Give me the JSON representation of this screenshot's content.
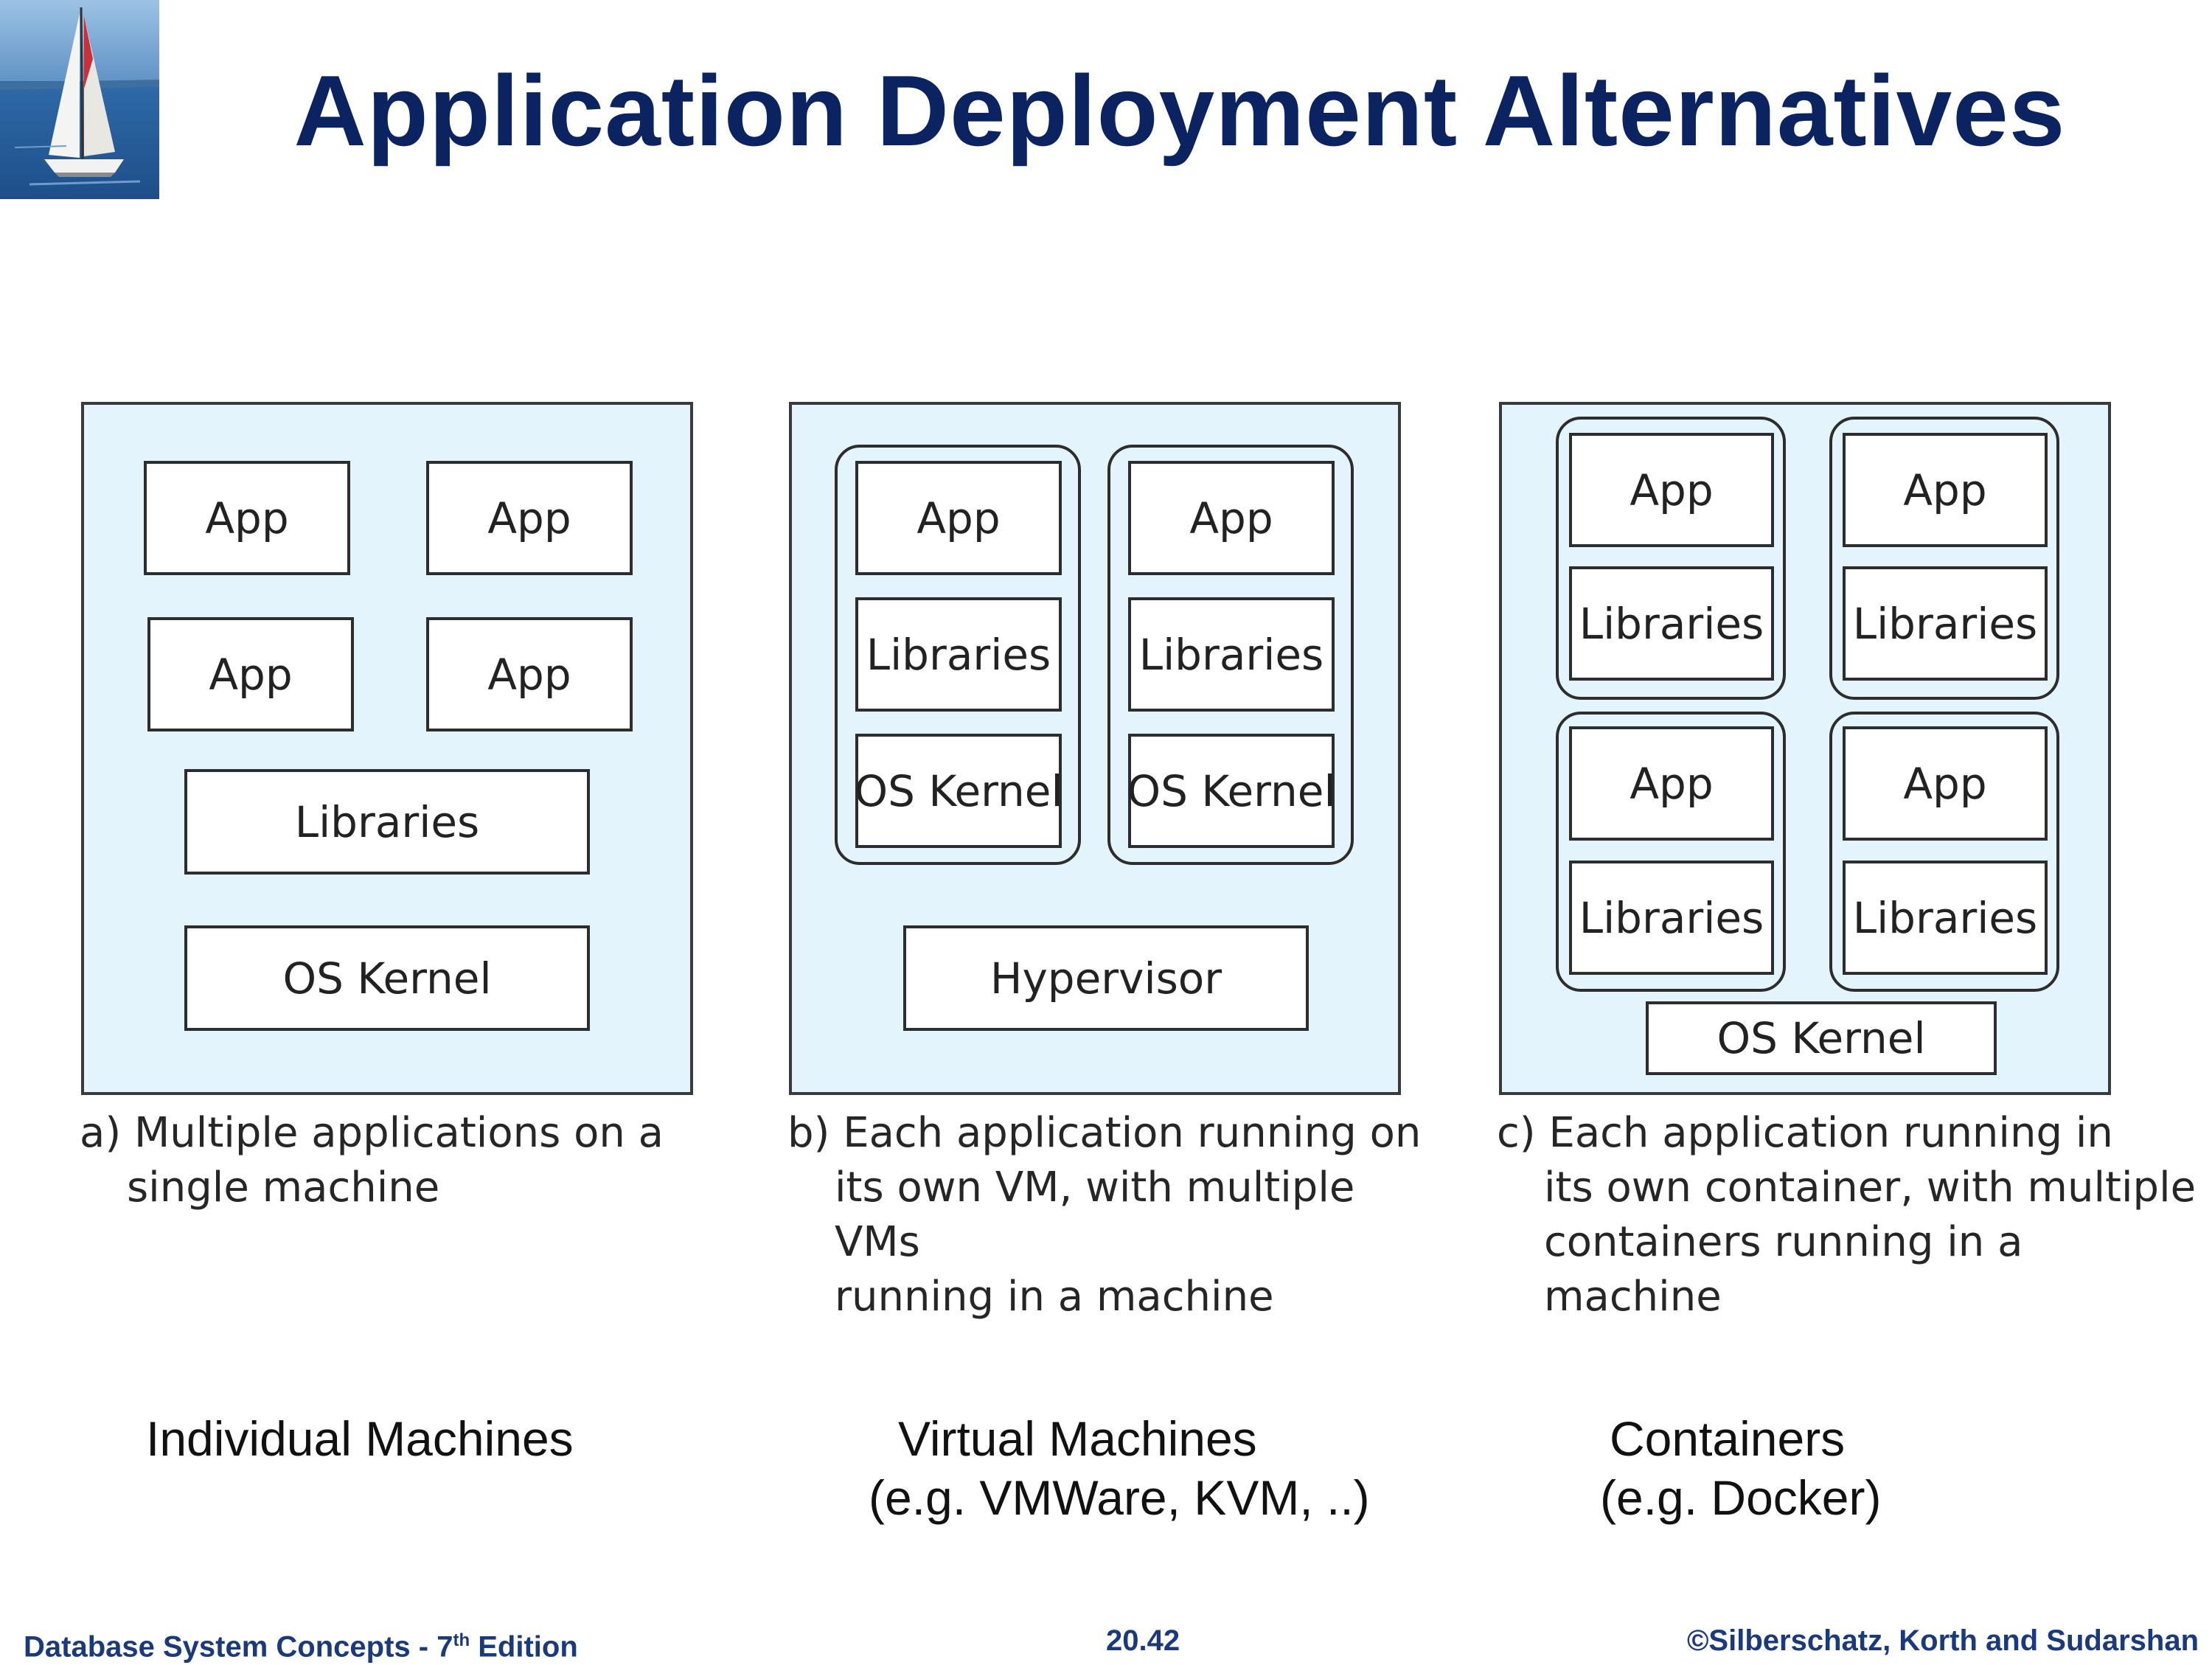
{
  "slide": {
    "title": "Application Deployment Alternatives"
  },
  "panel_a": {
    "apps": [
      "App",
      "App",
      "App",
      "App"
    ],
    "libraries": "Libraries",
    "kernel": "OS Kernel",
    "caption_line1": "a) Multiple applications on a",
    "caption_line2": "single machine",
    "label": "Individual Machines"
  },
  "panel_b": {
    "vms": [
      {
        "app": "App",
        "libraries": "Libraries",
        "kernel": "OS Kernel"
      },
      {
        "app": "App",
        "libraries": "Libraries",
        "kernel": "OS Kernel"
      }
    ],
    "hypervisor": "Hypervisor",
    "caption_line1": "b) Each application running on",
    "caption_line2": "its own VM, with multiple VMs",
    "caption_line3": "running in a machine",
    "label_line1": "Virtual Machines",
    "label_line2": "(e.g. VMWare, KVM, ..)"
  },
  "panel_c": {
    "containers": [
      {
        "app": "App",
        "libraries": "Libraries"
      },
      {
        "app": "App",
        "libraries": "Libraries"
      },
      {
        "app": "App",
        "libraries": "Libraries"
      },
      {
        "app": "App",
        "libraries": "Libraries"
      }
    ],
    "kernel": "OS Kernel",
    "caption_line1": "c) Each application running in",
    "caption_line2": "its own container, with multiple",
    "caption_line3": "containers running in a machine",
    "label_line1": "Containers",
    "label_line2": "(e.g. Docker)"
  },
  "footer": {
    "left_prefix": "Database System Concepts - 7",
    "left_sup": "th",
    "left_suffix": " Edition",
    "center": "20.42",
    "right": "©Silberschatz, Korth and Sudarshan"
  },
  "colors": {
    "title": "#0b2360",
    "panel_fill": "#e3f4fc",
    "footer": "#1a3a7c"
  }
}
